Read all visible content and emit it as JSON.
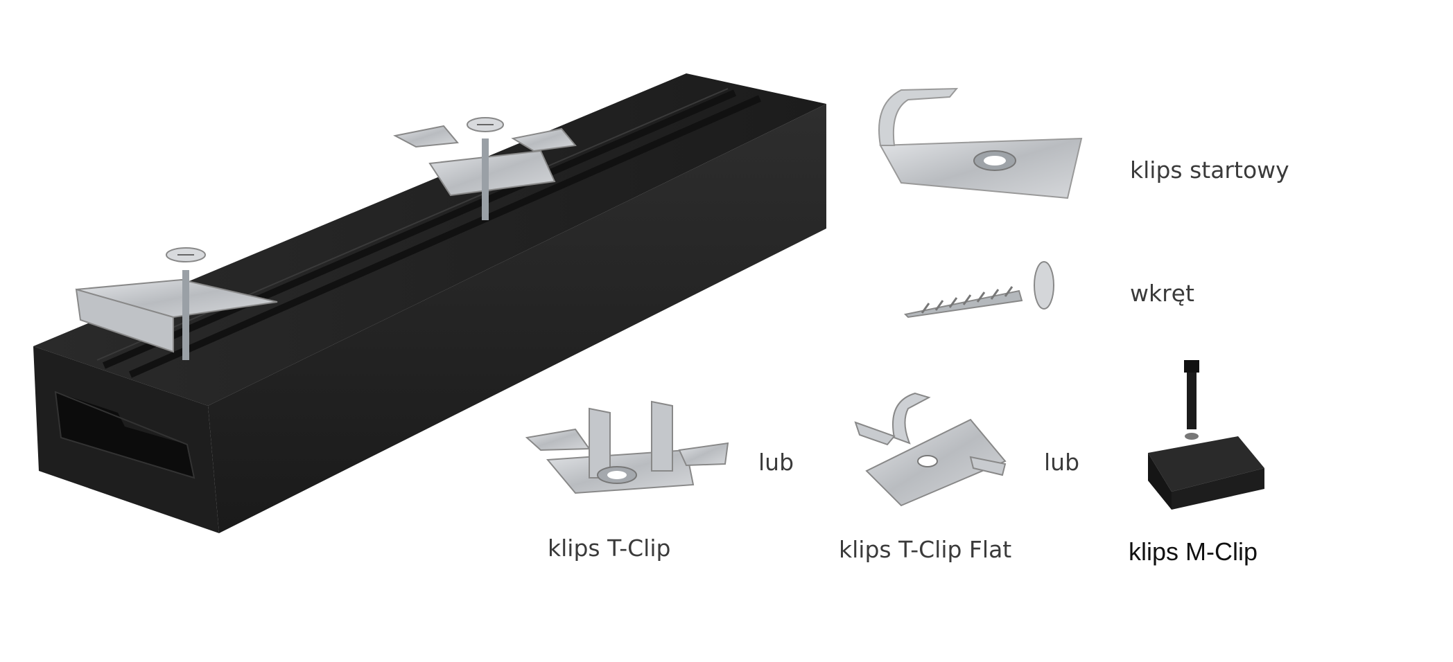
{
  "labels": {
    "start_clip": "klips startowy",
    "screw": "wkręt",
    "t_clip": "klips T-Clip",
    "t_clip_flat": "klips T-Clip Flat",
    "m_clip": "klips M-Clip",
    "or_1": "lub",
    "or_2": "lub"
  },
  "colors": {
    "joist": "#222222",
    "metal": "#c9ccd0",
    "background": "#ffffff"
  }
}
